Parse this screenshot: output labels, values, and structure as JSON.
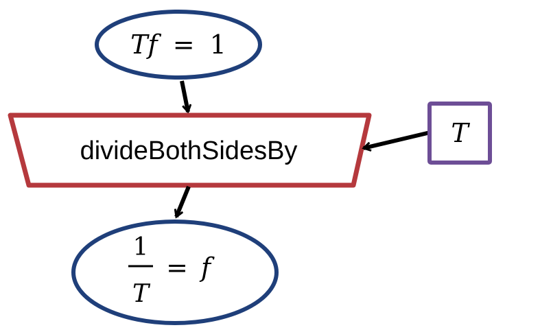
{
  "nodes": {
    "input_equation": {
      "lhs": "Tf",
      "op": "=",
      "rhs": "1"
    },
    "operation": {
      "label": "divideBothSidesBy"
    },
    "argument": {
      "label": "T"
    },
    "output_equation": {
      "numerator": "1",
      "denominator": "T",
      "op": "=",
      "rhs": "f"
    }
  },
  "colors": {
    "equation_border": "#1f3f7a",
    "operation_border": "#b5393d",
    "argument_border": "#6d4e96",
    "arrow": "#000000"
  }
}
